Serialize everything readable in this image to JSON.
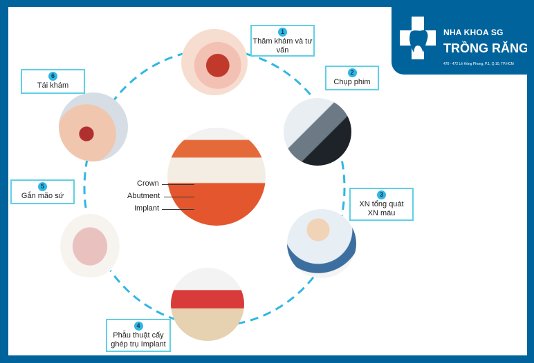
{
  "brand": {
    "line1": "NHA KHOA SG",
    "line2": "TRỒNG RĂNG",
    "address": "470 - 472 Lê Hồng Phong, P.1, Q.10, TP.HCM",
    "color": "#00639c"
  },
  "steps": [
    {
      "number": "1",
      "label": "Thăm khám và tư vấn"
    },
    {
      "number": "2",
      "label": "Chụp phim"
    },
    {
      "number": "3",
      "label": "XN tổng quát",
      "label2": "XN máu"
    },
    {
      "number": "4",
      "label": "Phẫu thuật cấy ghép trụ Implant"
    },
    {
      "number": "5",
      "label": "Gắn mão sứ"
    },
    {
      "number": "6",
      "label": "Tái khám"
    }
  ],
  "center": {
    "labels": [
      "Crown",
      "Abutment",
      "Implant"
    ]
  },
  "colors": {
    "accent": "#2fb7e4",
    "box_border": "#5fd0e6",
    "frame": "#00639c"
  }
}
